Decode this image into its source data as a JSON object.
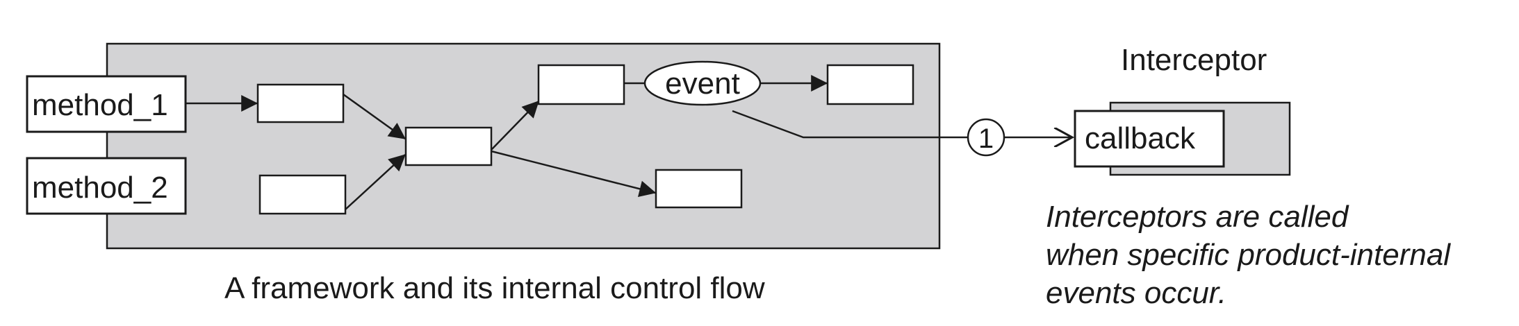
{
  "diagram": {
    "method_1": "method_1",
    "method_2": "method_2",
    "event": "event",
    "marker": "1",
    "interceptor_title": "Interceptor",
    "callback": "callback",
    "framework_caption": "A framework and its internal control flow",
    "note_lines": [
      "Interceptors are called",
      "when specific product-internal",
      "events occur."
    ]
  },
  "colors": {
    "panel_fill": "#d3d3d5",
    "stroke": "#1a1a1a",
    "box_fill": "#ffffff"
  }
}
